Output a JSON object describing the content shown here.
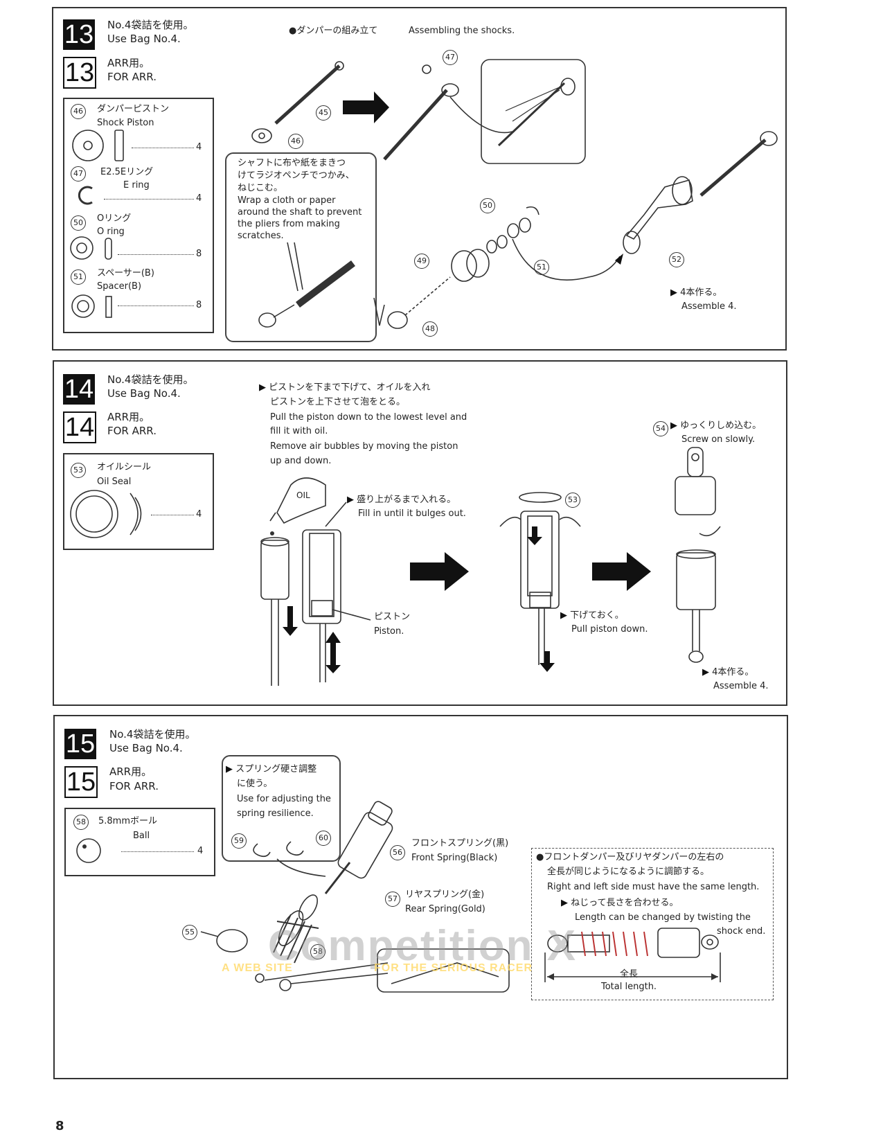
{
  "page_number": "8",
  "step13": {
    "num": "13",
    "bag_jp": "No.4袋詰を使用。",
    "bag_en": "Use Bag No.4.",
    "for_jp": "ARR用。",
    "for_en": "FOR ARR.",
    "header_jp": "●ダンパーの組み立て",
    "header_en": "Assembling the shocks.",
    "parts": [
      {
        "num": "46",
        "jp": "ダンパーピストン",
        "en": "Shock Piston",
        "qty": "4"
      },
      {
        "num": "47",
        "jp": "E2.5Eリング",
        "en": "E ring",
        "qty": "4"
      },
      {
        "num": "50",
        "jp": "Oリング",
        "en": "O ring",
        "qty": "8"
      },
      {
        "num": "51",
        "jp": "スペーサー(B)",
        "en": "Spacer(B)",
        "qty": "8"
      }
    ],
    "note_jp": [
      "シャフトに布や紙をまきつ",
      "けてラジオペンチでつかみ、",
      "ねじこむ。"
    ],
    "note_en": [
      "Wrap a cloth or paper",
      "around the shaft to prevent",
      "the pliers from making",
      "scratches."
    ],
    "callouts": [
      "47",
      "45",
      "46",
      "50",
      "49",
      "51",
      "52",
      "48"
    ],
    "assemble_jp": "4本作る。",
    "assemble_en": "Assemble 4."
  },
  "step14": {
    "num": "14",
    "bag_jp": "No.4袋詰を使用。",
    "bag_en": "Use Bag No.4.",
    "for_jp": "ARR用。",
    "for_en": "FOR ARR.",
    "parts": [
      {
        "num": "53",
        "jp": "オイルシール",
        "en": "Oil Seal",
        "qty": "4"
      }
    ],
    "instr_jp": [
      "ピストンを下まで下げて、オイルを入れ",
      "ピストンを上下させて泡をとる。"
    ],
    "instr_en": [
      "Pull the piston down to the lowest level and",
      "fill it with oil.",
      "Remove air bubbles by moving the piston",
      "up and down."
    ],
    "oil_label": "OIL",
    "fill_jp": "盛り上がるまで入れる。",
    "fill_en": "Fill in until it bulges out.",
    "piston_jp": "ピストン",
    "piston_en": "Piston.",
    "callout53": "53",
    "pull_jp": "下げておく。",
    "pull_en": "Pull piston down.",
    "callout54": "54",
    "screw_jp": "ゆっくりしめ込む。",
    "screw_en": "Screw on slowly.",
    "assemble_jp": "4本作る。",
    "assemble_en": "Assemble 4."
  },
  "step15": {
    "num": "15",
    "bag_jp": "No.4袋詰を使用。",
    "bag_en": "Use Bag No.4.",
    "for_jp": "ARR用。",
    "for_en": "FOR ARR.",
    "parts": [
      {
        "num": "58",
        "jp": "5.8mmボール",
        "en": "Ball",
        "qty": "4"
      }
    ],
    "note_jp": [
      "スプリング硬さ調整",
      "に使う。"
    ],
    "note_en": [
      "Use for adjusting the",
      "spring resilience."
    ],
    "callouts": [
      "59",
      "60",
      "56",
      "57",
      "55",
      "58"
    ],
    "front_spring_jp": "フロントスプリング(黒)",
    "front_spring_en": "Front Spring(Black)",
    "rear_spring_jp": "リヤスプリング(金)",
    "rear_spring_en": "Rear Spring(Gold)",
    "length_jp": [
      "●フロントダンパー及びリヤダンパーの左右の",
      "全長が同じようになるように調節する。"
    ],
    "length_en": "Right and left side must have the same length.",
    "twist_jp": "ねじって長さを合わせる。",
    "twist_en": [
      "Length can be changed by twisting the",
      "shock end."
    ],
    "total_jp": "全長",
    "total_en": "Total length."
  },
  "watermark": {
    "main": "Competition X",
    "left": "A WEB SITE",
    "right": "FOR THE SERIOUS RACER"
  }
}
